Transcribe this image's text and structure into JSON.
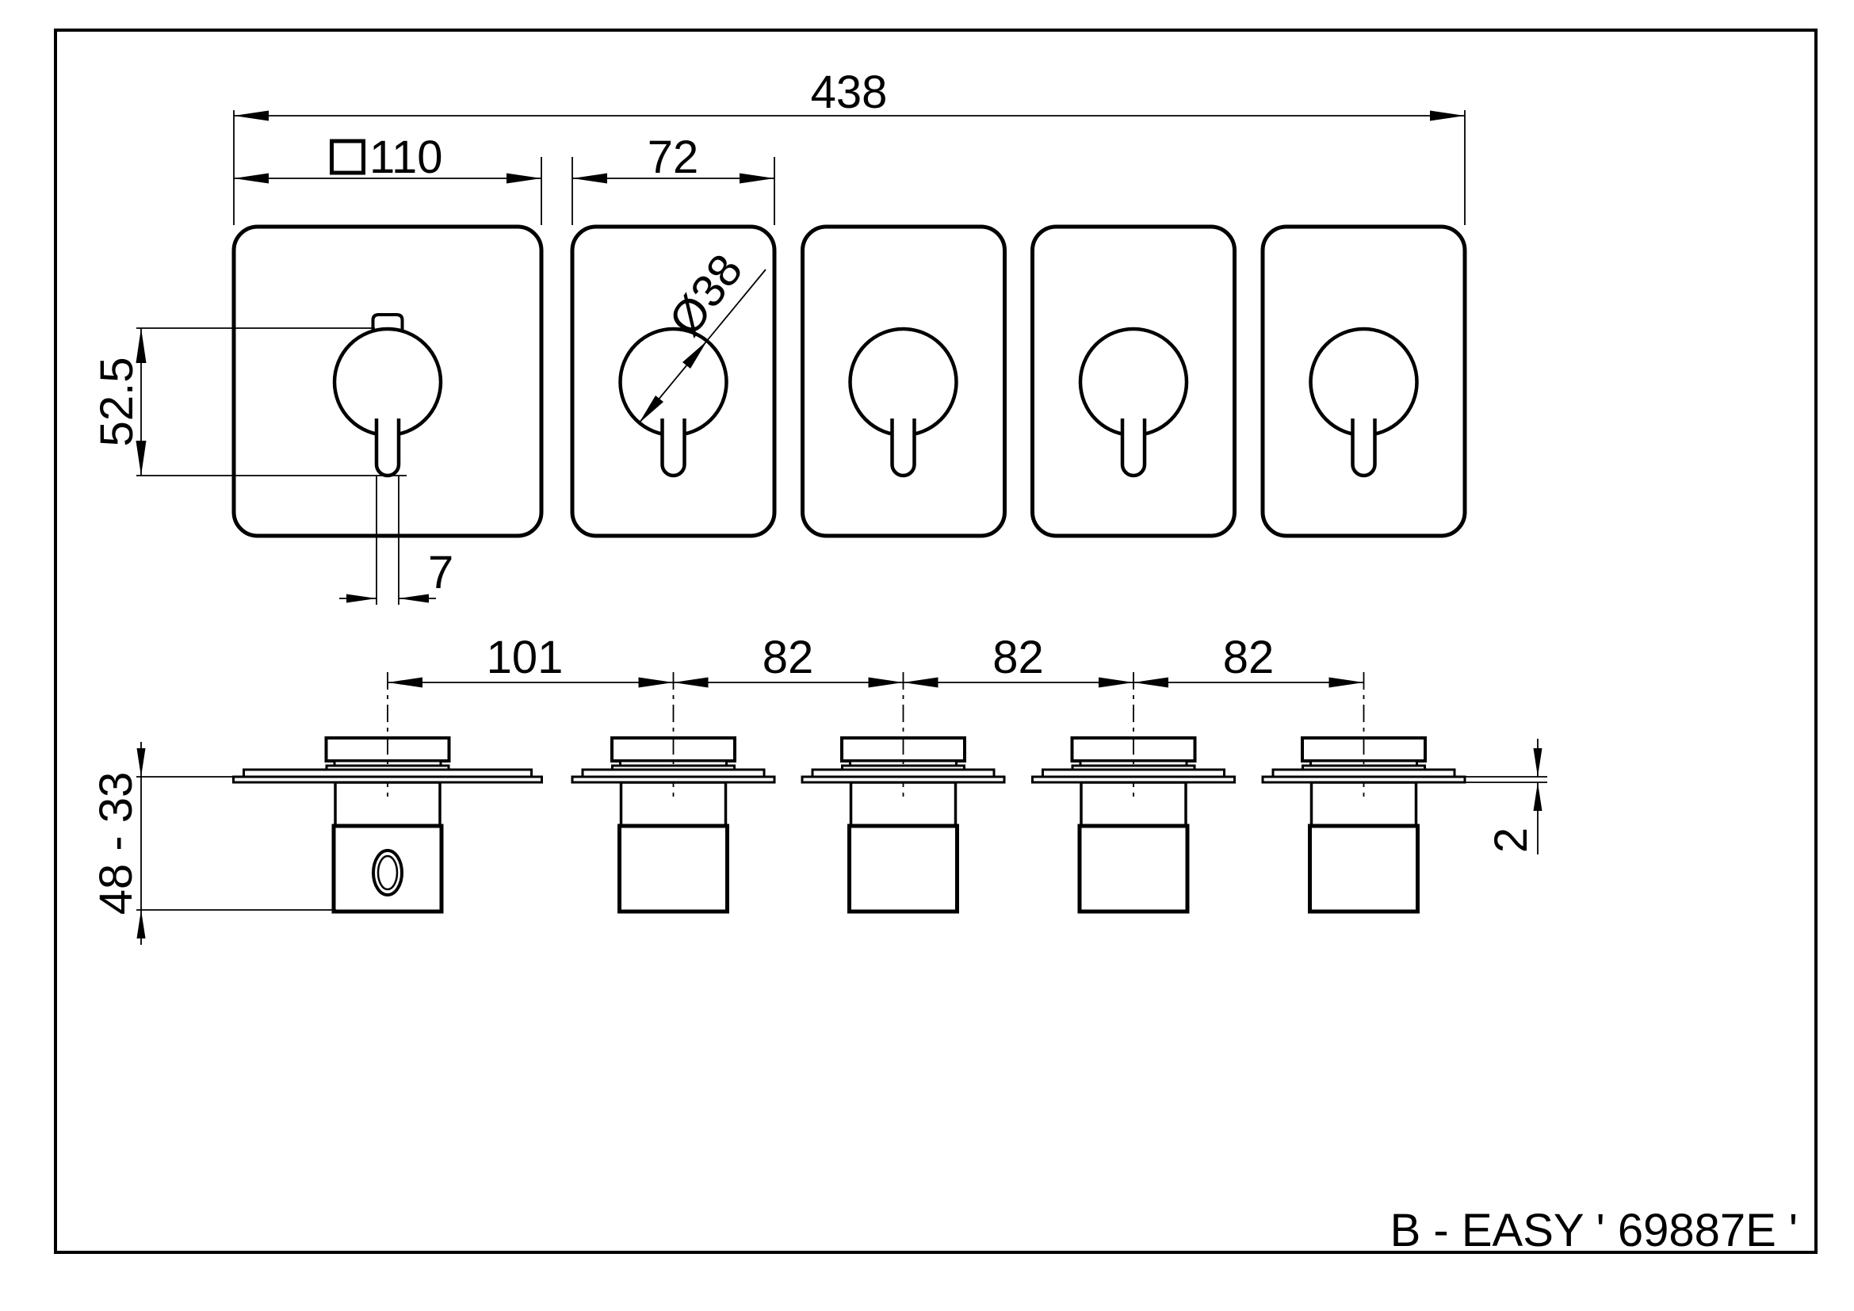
{
  "sheet": {
    "background_color": "#ffffff",
    "stroke_color": "#000000",
    "title_block": {
      "model_label": "B - EASY ' 69887E '"
    }
  },
  "top_view": {
    "description": "plan view of 5 trim plates with round lever handles",
    "dims": {
      "overall_width": "438",
      "plate_square": "110",
      "module_width": "72",
      "knob_diameter": "Ø38",
      "handle_height": "52.5",
      "lever_width": "7"
    }
  },
  "front_view": {
    "description": "side elevation of 5 concealed valve bodies",
    "dims": {
      "center_distances": [
        "101",
        "82",
        "82",
        "82"
      ],
      "depth_range": "48 - 33",
      "plate_thickness": "2"
    }
  }
}
